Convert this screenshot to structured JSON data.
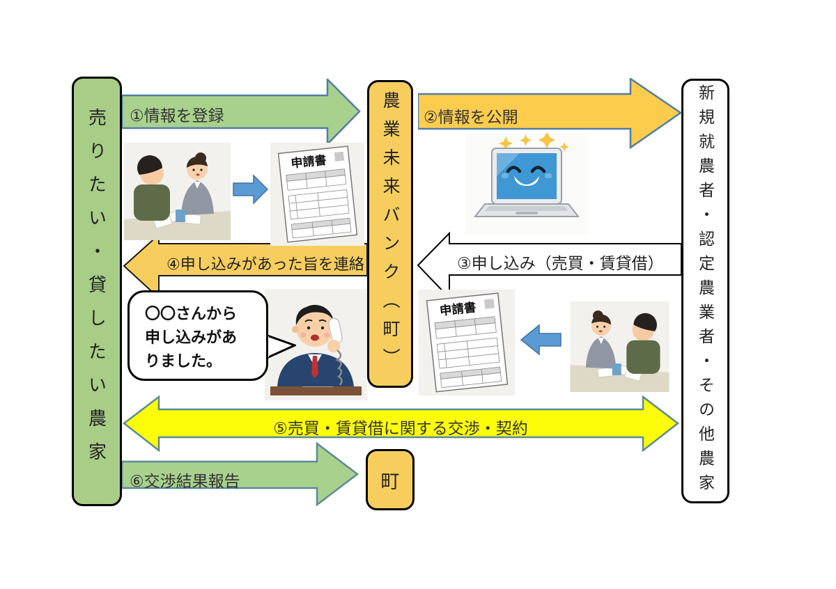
{
  "actors": {
    "sellers_box": {
      "label": "売りたい・貸したい農家"
    },
    "bank_box": {
      "label": "農業未来バンク（町）"
    },
    "buyers_box": {
      "label": "新規就農者・認定農業者・その他農家"
    },
    "town_box": {
      "label": "町"
    }
  },
  "steps": {
    "step1": {
      "label": "①情報を登録"
    },
    "step2": {
      "label": "②情報を公開"
    },
    "step3": {
      "label": "③申し込み（売買・賃貸借）"
    },
    "step4": {
      "label": "④申し込みがあった旨を連絡"
    },
    "step5": {
      "label": "⑤売買・賃貸借に関する交渉・契約"
    },
    "step6": {
      "label": "⑥交渉結果報告"
    }
  },
  "speech_bubble": {
    "line1": "〇〇さんから",
    "line2": "申し込みがあ",
    "line3": "りました。"
  },
  "document": {
    "label": "申請書"
  },
  "colors": {
    "green_box": "#a7cd87",
    "green_arrow": "#a9d18e",
    "gold": "#f7ce5e",
    "gold_arrow": "#fccc4d",
    "bright_yellow": "#fdfd0a",
    "blue_arrow": "#5b9bd5",
    "steel_border": "#507da6",
    "teal_border": "#5c8a93"
  }
}
